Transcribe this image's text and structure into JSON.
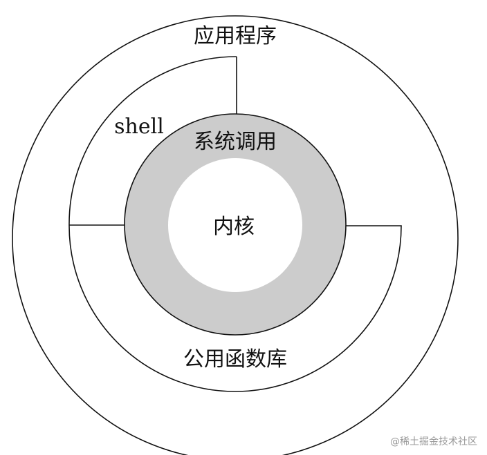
{
  "diagram": {
    "layers": {
      "application": "应用程序",
      "shell": "shell",
      "system_call": "系统调用",
      "kernel": "内核",
      "library": "公用函数库"
    },
    "colors": {
      "stroke": "#111111",
      "system_call_ring": "#cccccc",
      "kernel_fill": "#ffffff",
      "background": "#ffffff"
    }
  },
  "watermark": "@稀土掘金技术社区"
}
